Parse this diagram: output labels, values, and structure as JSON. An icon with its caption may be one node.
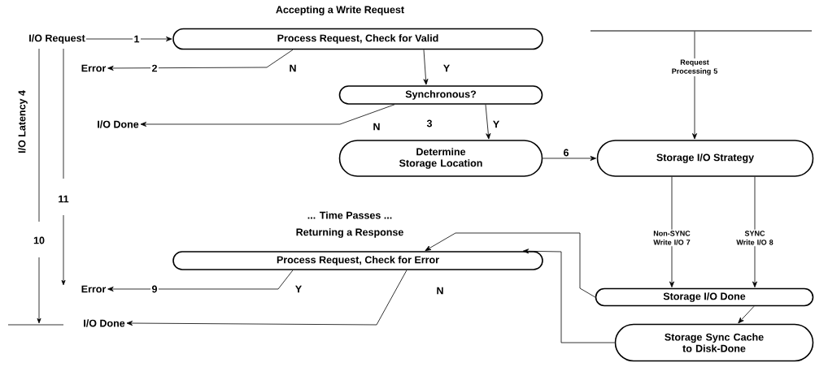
{
  "diagram": {
    "title": "Accepting a Write Request",
    "nodes": [
      {
        "text": [
          "I/O Request"
        ]
      },
      {
        "text": [
          "Process Request, Check for Valid"
        ]
      },
      {
        "text": [
          "Error"
        ]
      },
      {
        "text": [
          "Synchronous?"
        ]
      },
      {
        "text": [
          "I/O Done"
        ]
      },
      {
        "text": [
          "Determine Storage Location"
        ]
      },
      {
        "text": [
          "Storage I/O Strategy"
        ]
      },
      {
        "text": [
          "Process Request, Check for Error"
        ]
      },
      {
        "text": [
          "Error"
        ]
      },
      {
        "text": [
          "I/O Done"
        ]
      },
      {
        "text": [
          "Storage I/O Done"
        ]
      },
      {
        "text": [
          "Storage Sync Cache to Disk-Done"
        ]
      },
      {
        "text": [],
        "shape": "bar"
      }
    ],
    "edges": [
      {
        "from": 0,
        "to": 1,
        "arrow": "to",
        "label": "1"
      },
      {
        "from": 1,
        "to": 2,
        "arrow": "to",
        "label": "2"
      },
      {
        "from": 1,
        "to": 3,
        "arrow": "to",
        "label": "Y"
      },
      {
        "from": 3,
        "to": 4,
        "arrow": "to",
        "label": "N"
      },
      {
        "from": 3,
        "to": 5,
        "arrow": "to",
        "label": "Y"
      },
      {
        "from": 5,
        "to": 6,
        "arrow": "to",
        "label": "6"
      },
      {
        "from": 12,
        "to": 6,
        "arrow": "to",
        "label": "Request Processing 5"
      },
      {
        "from": 6,
        "to": 10,
        "arrow": "to",
        "label": "Non-SYNC Write I/O 7"
      },
      {
        "from": 6,
        "to": 10,
        "arrow": "to",
        "label": "SYNC Write I/O 8"
      },
      {
        "from": 10,
        "to": 11,
        "arrow": "to"
      },
      {
        "from": 10,
        "to": 7,
        "arrow": "to"
      },
      {
        "from": 11,
        "to": 7,
        "arrow": "to"
      },
      {
        "from": 7,
        "to": 8,
        "arrow": "to",
        "label": "9"
      },
      {
        "from": 7,
        "to": 9,
        "arrow": "to"
      }
    ],
    "labels": [
      "N",
      "I/O Latency 4",
      "3",
      "11",
      "... Time Passes ...",
      "Returning a Response",
      "10",
      "Y",
      "N"
    ]
  }
}
